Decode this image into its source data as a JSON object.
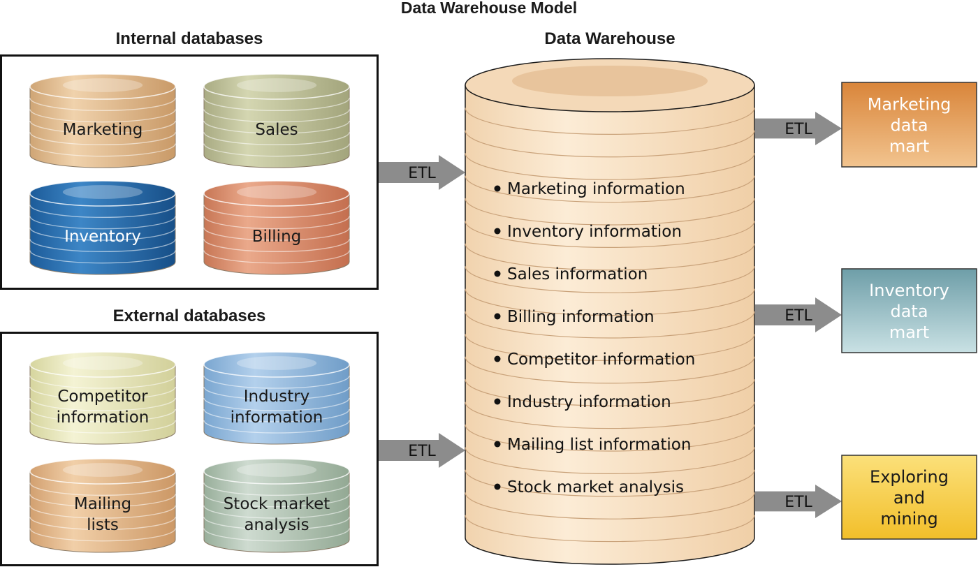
{
  "title": "Data Warehouse Model",
  "colors": {
    "marketing": "#e0b98a",
    "sales": "#bdbf96",
    "inventory": "#2e74b8",
    "billing": "#d98c6c",
    "competitor": "#e8e7b8",
    "industry": "#8eb6db",
    "mailing": "#e3b78b",
    "stock": "#b1c3b2",
    "warehouse": "#f6dcbc",
    "etl_arrow": "#8c8c8c",
    "mart_marketing": "#e4a45e",
    "mart_inventory": "#8fbcc4",
    "mart_exploring": "#f6cf48"
  },
  "internal": {
    "title": "Internal databases",
    "databases": [
      {
        "label_lines": [
          "Marketing"
        ]
      },
      {
        "label_lines": [
          "Sales"
        ]
      },
      {
        "label_lines": [
          "Inventory"
        ]
      },
      {
        "label_lines": [
          "Billing"
        ]
      }
    ]
  },
  "external": {
    "title": "External databases",
    "databases": [
      {
        "label_lines": [
          "Competitor",
          "information"
        ]
      },
      {
        "label_lines": [
          "Industry",
          "information"
        ]
      },
      {
        "label_lines": [
          "Mailing",
          "lists"
        ]
      },
      {
        "label_lines": [
          "Stock market",
          "analysis"
        ]
      }
    ]
  },
  "etl_label": "ETL",
  "warehouse": {
    "title": "Data Warehouse",
    "items": [
      "Marketing information",
      "Inventory information",
      "Sales information",
      "Billing information",
      "Competitor information",
      "Industry information",
      "Mailing list information",
      "Stock market analysis"
    ]
  },
  "marts": [
    {
      "label_lines": [
        "Marketing",
        "data",
        "mart"
      ]
    },
    {
      "label_lines": [
        "Inventory",
        "data",
        "mart"
      ]
    },
    {
      "label_lines": [
        "Exploring",
        "and",
        "mining"
      ]
    }
  ]
}
